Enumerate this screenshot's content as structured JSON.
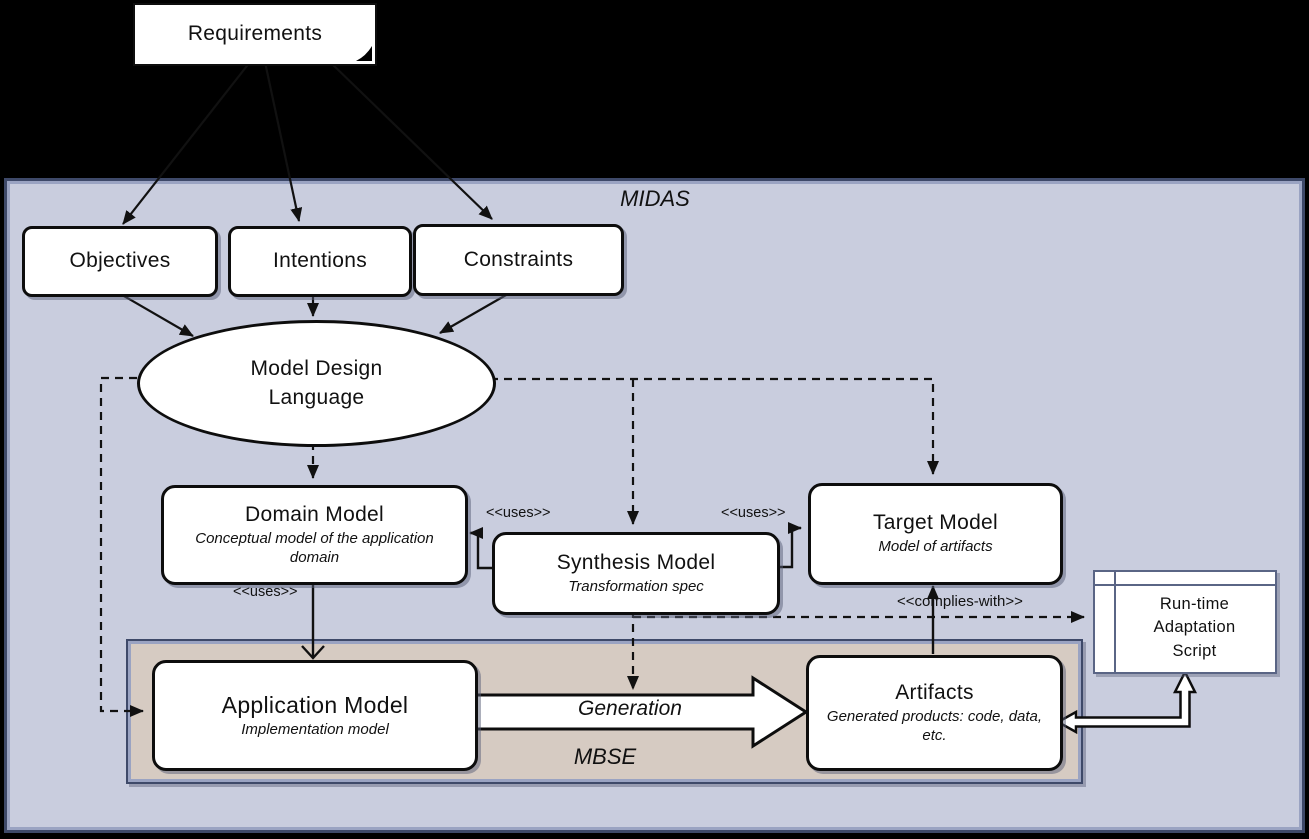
{
  "requirements": {
    "label": "Requirements"
  },
  "panels": {
    "midas_label": "MIDAS",
    "mbse_label": "MBSE"
  },
  "nodes": {
    "objectives": {
      "title": "Objectives"
    },
    "intentions": {
      "title": "Intentions"
    },
    "constraints": {
      "title": "Constraints"
    },
    "model_design_language": {
      "title": "Model Design Language"
    },
    "domain_model": {
      "title": "Domain Model",
      "subtitle": "Conceptual model of the application domain"
    },
    "synthesis_model": {
      "title": "Synthesis Model",
      "subtitle": "Transformation spec"
    },
    "target_model": {
      "title": "Target Model",
      "subtitle": "Model of artifacts"
    },
    "application_model": {
      "title": "Application Model",
      "subtitle": "Implementation model"
    },
    "artifacts": {
      "title": "Artifacts",
      "subtitle": "Generated products: code, data, etc."
    },
    "runtime_adaptation_script": {
      "title": "Run-time Adaptation Script"
    }
  },
  "edge_labels": {
    "uses_synthesis_domain": "<<uses>>",
    "uses_synthesis_target": "<<uses>>",
    "uses_domain_application": "<<uses>>",
    "complies_with": "<<complies-with>>",
    "generation": "Generation"
  },
  "colors": {
    "bg": "#000000",
    "panel-fill": "#c9cdde",
    "panel-border": "#3e4969",
    "panel-inner": "#9aa3c2",
    "mbse-fill": "#d6cbc2",
    "node-border": "#0d0d0d",
    "slate-border": "#5a6585",
    "ink": "#111111"
  }
}
